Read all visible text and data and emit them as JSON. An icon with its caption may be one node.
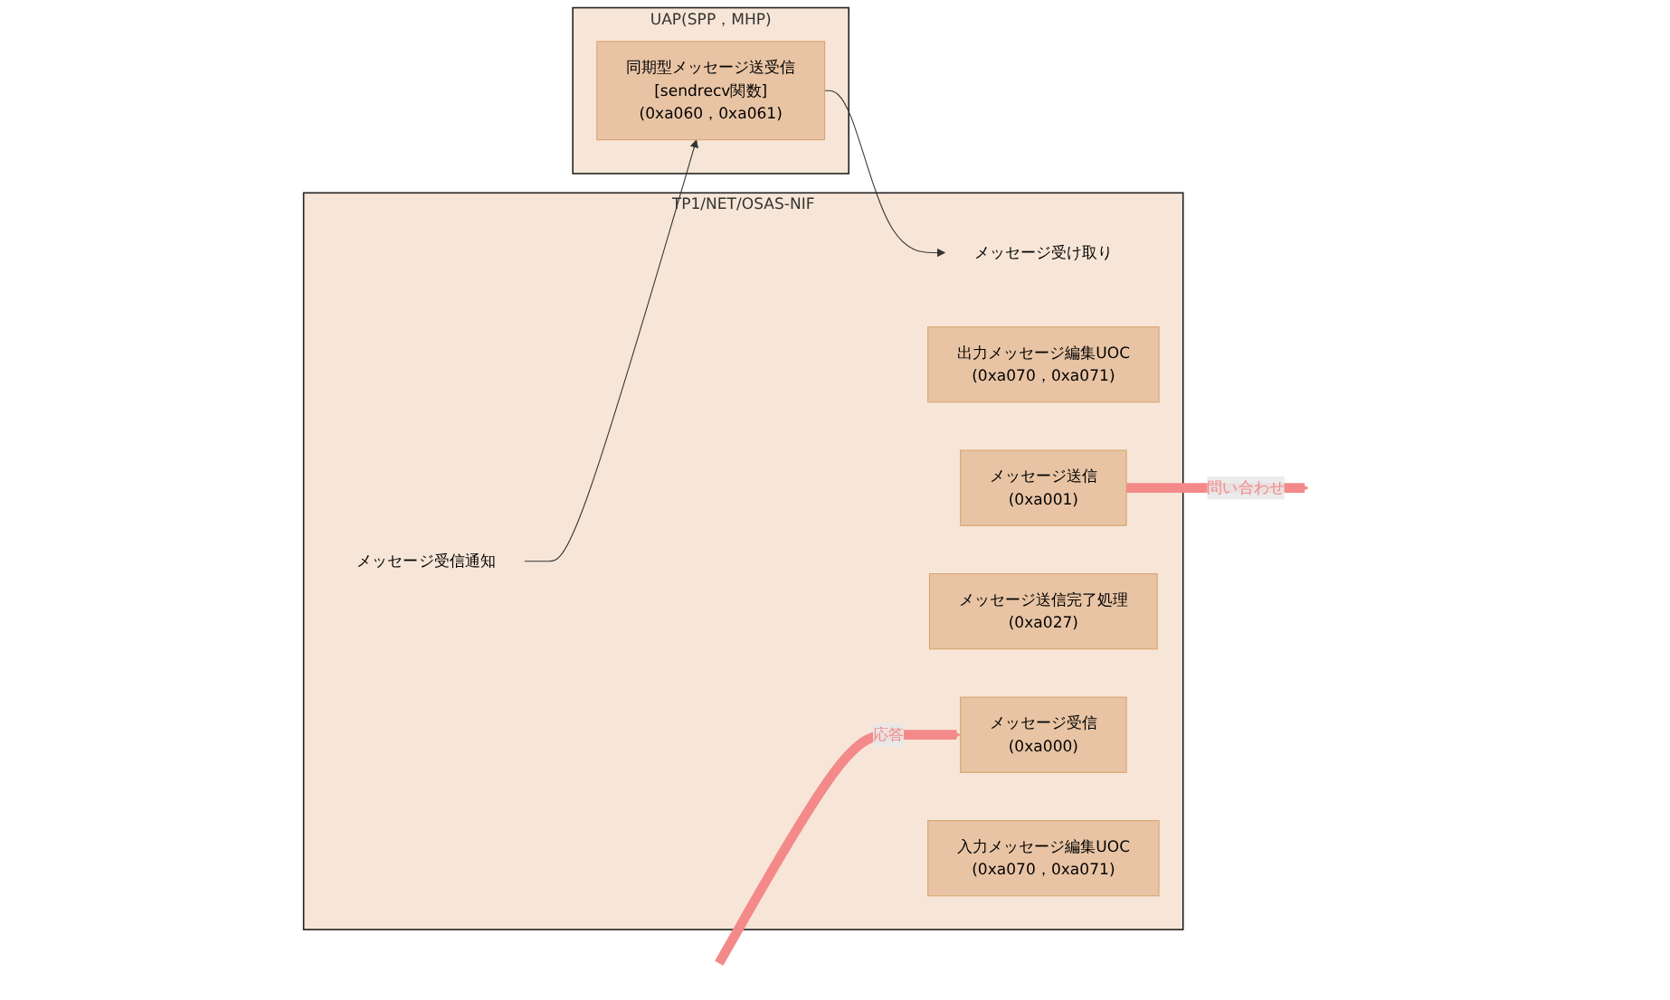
{
  "diagram": {
    "nodes": [
      {
        "text": [
          "TP1/NET/OSAS-NIF"
        ]
      },
      {
        "text": [
          "メッセージ受け取り"
        ],
        "in": 0
      },
      {
        "text": [
          "出力メッセージ編集UOC",
          "(0xa070，0xa071)"
        ],
        "in": 0
      },
      {
        "text": [
          "メッセージ送信",
          "(0xa001)"
        ],
        "in": 0
      },
      {
        "text": [
          "メッセージ送信完了処理",
          "(0xa027)"
        ],
        "in": 0
      },
      {
        "text": [
          "メッセージ受信",
          "(0xa000)"
        ],
        "in": 0
      },
      {
        "text": [
          "入力メッセージ編集UOC",
          "(0xa070，0xa071)"
        ],
        "in": 0
      },
      {
        "text": [
          "メッセージ受信通知"
        ],
        "in": 0
      },
      {
        "text": [
          "UAP(SPP，MHP)"
        ]
      },
      {
        "text": [
          "同期型メッセージ送受信",
          "[sendrecv関数]",
          "(0xa060，0xa061)"
        ],
        "in": 8
      }
    ],
    "edges": [
      {
        "from": 9,
        "to": 1,
        "arrow": "to"
      },
      {
        "from": 7,
        "to": 9,
        "arrow": "to"
      },
      {
        "from": 3,
        "to": null,
        "arrow": "to",
        "label": "問い合わせ",
        "style": "thick",
        "color": "#f4898a"
      },
      {
        "from": null,
        "to": 5,
        "arrow": "to",
        "label": "応答",
        "style": "thick",
        "color": "#f4898a"
      }
    ]
  }
}
